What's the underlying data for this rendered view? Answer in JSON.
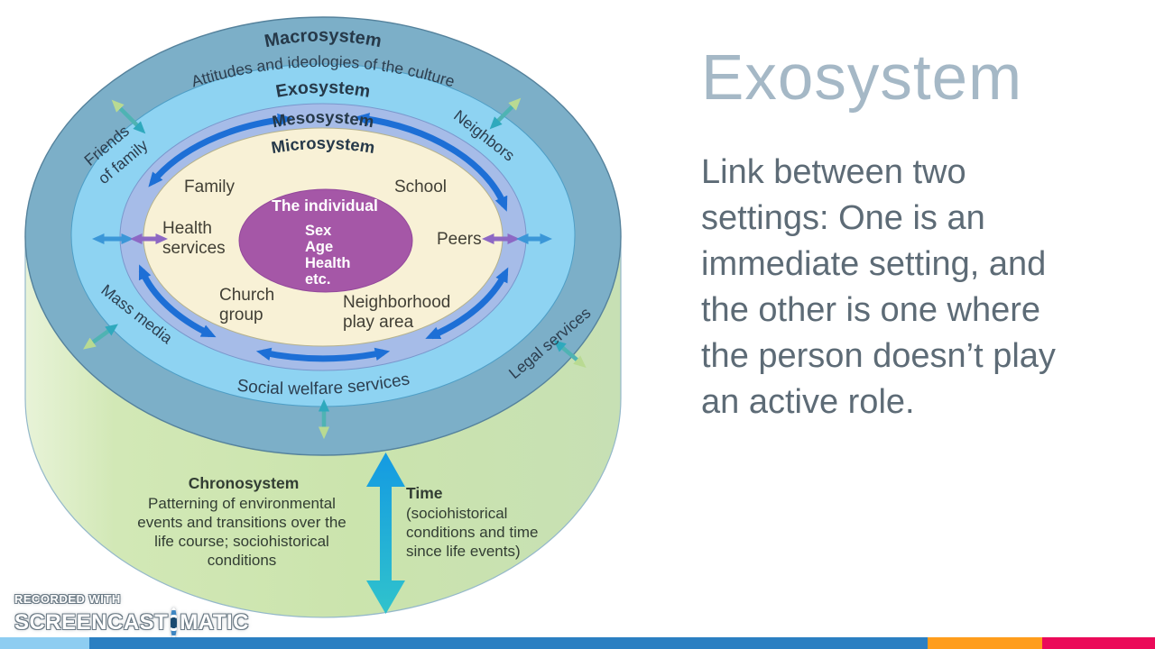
{
  "slide": {
    "title": "Exosystem",
    "body_lines": [
      "Link between two",
      "settings: One is an",
      "immediate setting, and",
      "the other is one where",
      "the person doesn’t play",
      "an active role."
    ]
  },
  "diagram": {
    "colors": {
      "macrosystem": "#7cafc8",
      "exosystem": "#8ed3f2",
      "mesosystem": "#a6bce8",
      "microsystem": "#f8f1d6",
      "individual": "#a557a7",
      "chronosystem_body": "#cde5b2",
      "meso_arrow": "#1d6fd6",
      "time_arrow_top": "#149ae2",
      "time_arrow_bottom": "#30c3cc"
    },
    "rings": {
      "macro_label": "Macrosystem",
      "macro_sublabel": "Attitudes and ideologies of the culture",
      "exo_label": "Exosystem",
      "meso_label": "Mesosystem",
      "micro_label": "Microsystem"
    },
    "center": {
      "title": "The individual",
      "attr_1": "Sex",
      "attr_2": "Age",
      "attr_3": "Health",
      "attr_4": "etc."
    },
    "micro": {
      "family": "Family",
      "school": "School",
      "health_1": "Health",
      "health_2": "services",
      "peers": "Peers",
      "church_1": "Church",
      "church_2": "group",
      "neighborhood_1": "Neighborhood",
      "neighborhood_2": "play area"
    },
    "exo": {
      "friends_1": "Friends",
      "friends_2": "of family",
      "neighbors": "Neighbors",
      "mass_media": "Mass media",
      "legal_services": "Legal services",
      "social_welfare": "Social welfare services"
    },
    "chronosystem": {
      "title": "Chronosystem",
      "line_1": "Patterning of environmental",
      "line_2": "events and transitions over the",
      "line_3": "life course; sociohistorical",
      "line_4": "conditions"
    },
    "time": {
      "title": "Time",
      "line_1": "(sociohistorical",
      "line_2": "conditions and time",
      "line_3": "since life events)"
    }
  },
  "watermark": {
    "recorded_with": "RECORDED WITH",
    "brand_left": "SCREENCAST",
    "brand_right": "MATIC"
  },
  "footer": {
    "colors": [
      "#8ecdf1",
      "#2b7fc2",
      "#ff9d1c",
      "#eb0a59"
    ]
  }
}
